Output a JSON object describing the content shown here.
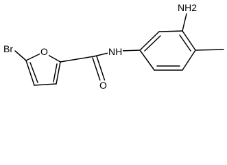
{
  "atoms": {
    "br": "Br",
    "o_ring": "O",
    "o_carbonyl": "O",
    "nh": "NH",
    "nh2": "NH2"
  }
}
